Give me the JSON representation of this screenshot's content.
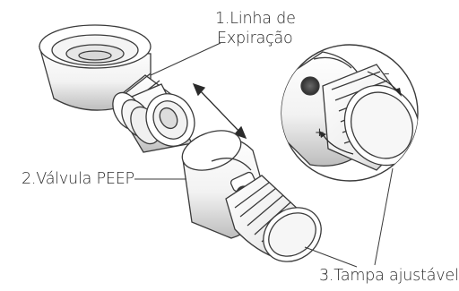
{
  "labels": {
    "expiration_line_part1": "1.Linha de",
    "expiration_line_part2": "Expiração",
    "peep_valve": "2.Válvula PEEP",
    "adjustable_cap": "3.Tampa ajustável"
  },
  "adjust_signs": {
    "minus": "–",
    "plus": "+"
  },
  "colors": {
    "stroke": "#3a3a3a",
    "body_fill": "#ffffff",
    "shadow": "#c9c9c9",
    "dark_core": "#4a4a4a"
  }
}
